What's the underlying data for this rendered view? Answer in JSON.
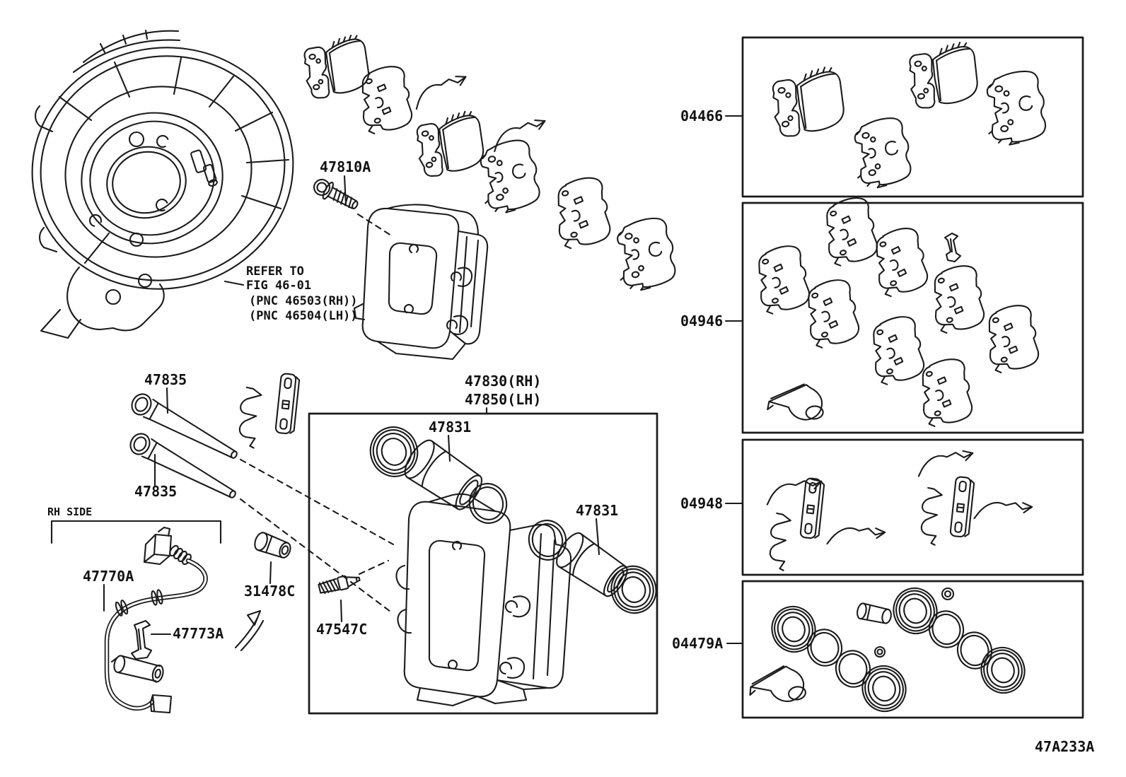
{
  "figure": {
    "code": "47A233A"
  },
  "note": {
    "line1": "REFER TO",
    "line2": "FIG 46-01",
    "line3": "(PNC 46503(RH))",
    "line4": "(PNC 46504(LH))"
  },
  "labels": {
    "bolt": "47810A",
    "pin_top": "47835",
    "pin_bottom": "47835",
    "caliper_rh": "47830(RH)",
    "caliper_lh": "47850(LH)",
    "piston_left": "47831",
    "piston_right": "47831",
    "bushing": "31478C",
    "bleeder": "47547C",
    "wear_sensor": "47770A",
    "clip": "47773A",
    "side": "RH SIDE"
  },
  "kits": {
    "pad_kit": "04466",
    "shim_kit": "04946",
    "fitting_kit": "04948",
    "seal_kit": "04479A"
  }
}
